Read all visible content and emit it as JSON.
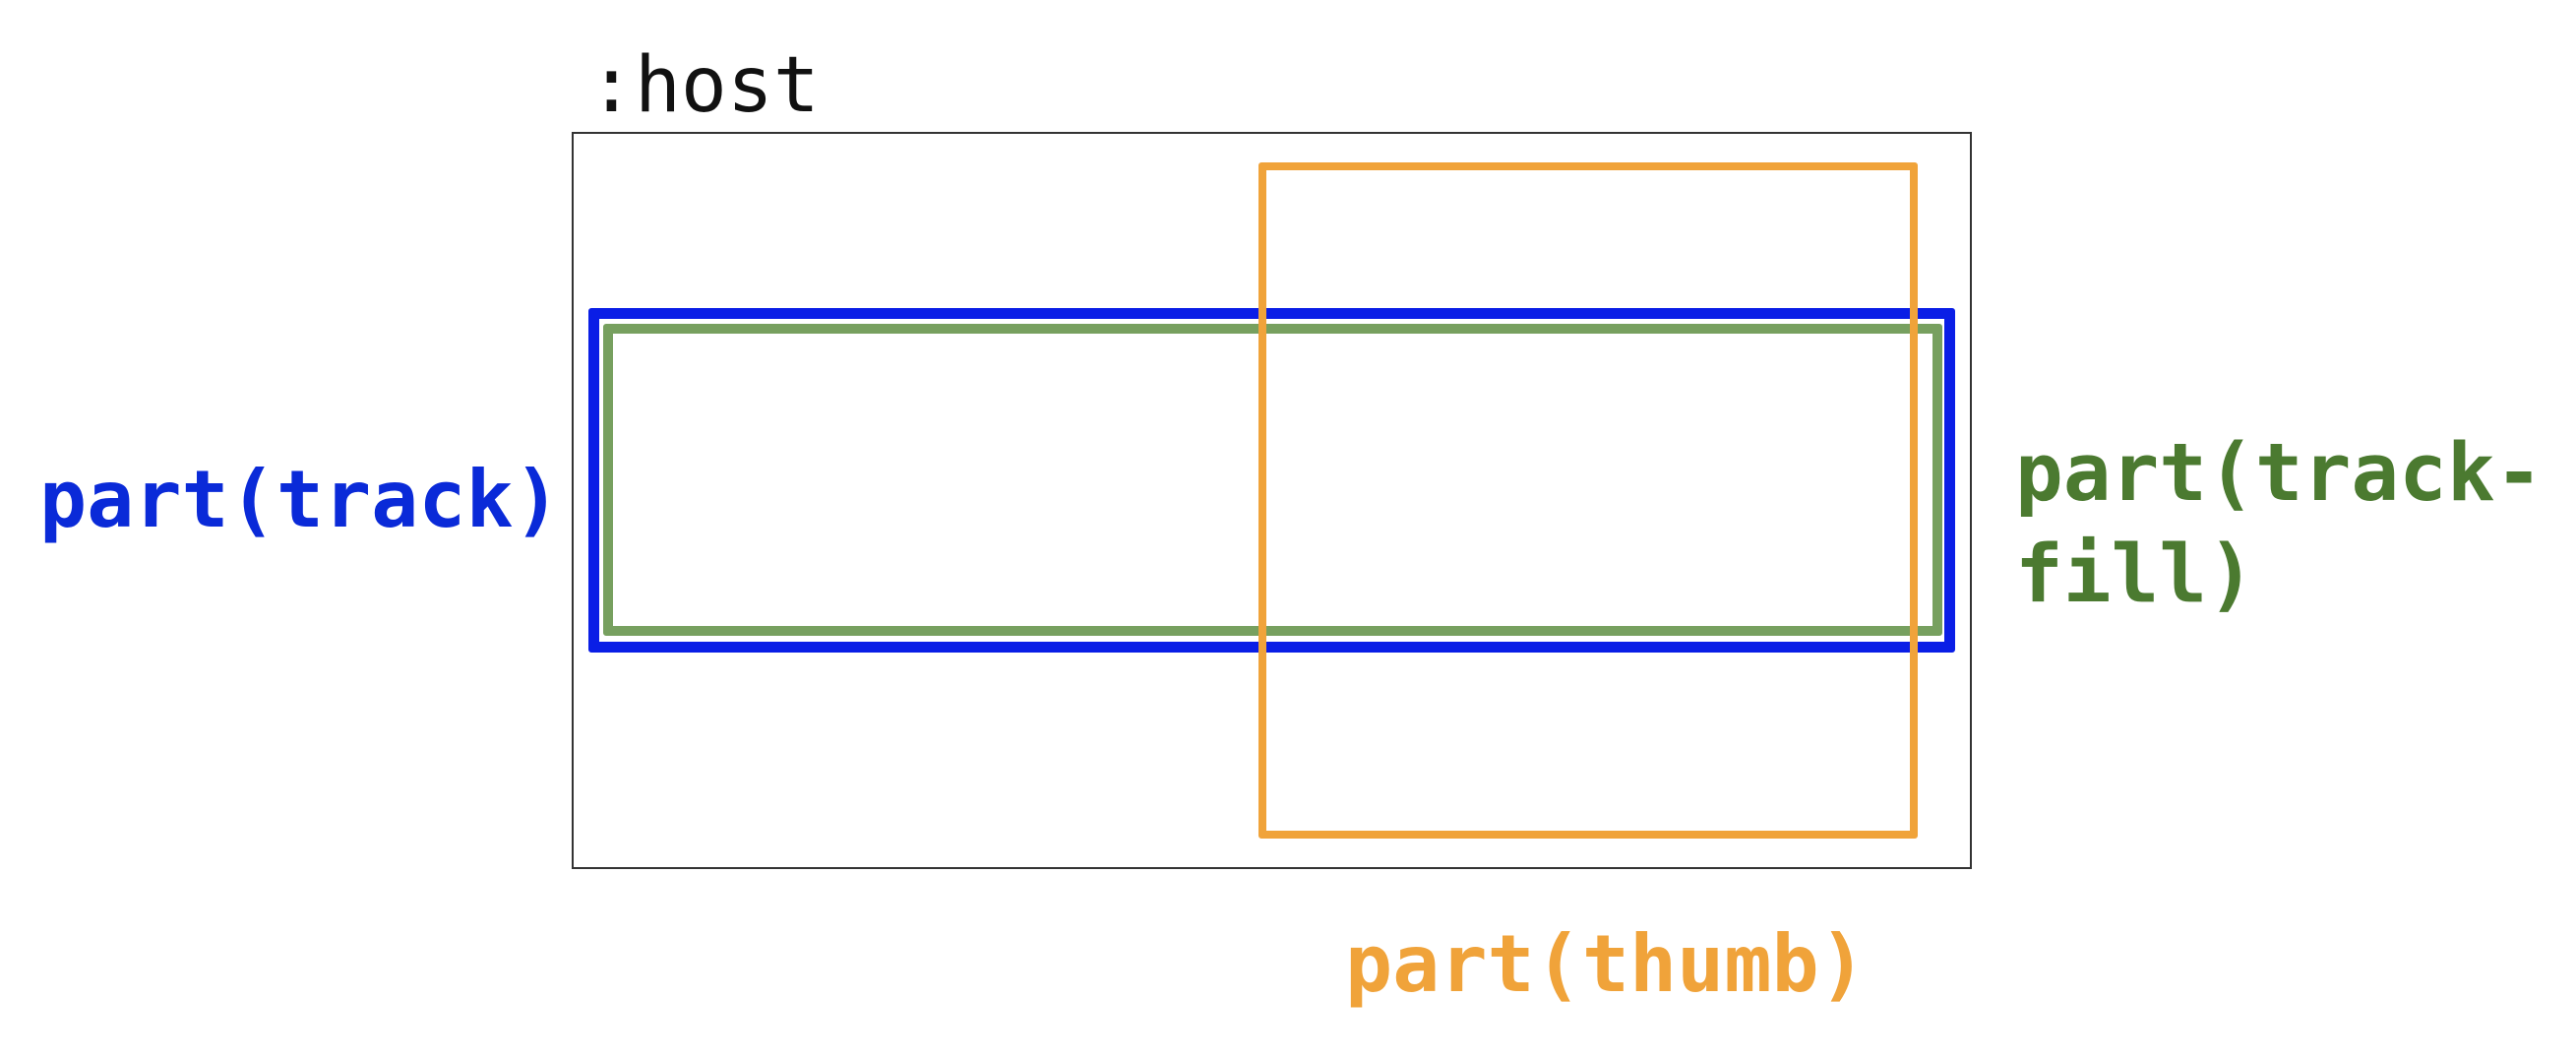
{
  "labels": {
    "host": ":host",
    "track": "part(track)",
    "track_fill_line1": "part(track-",
    "track_fill_line2": "fill)",
    "thumb": "part(thumb)"
  },
  "colors": {
    "host": "#333333",
    "track": "#0a1ee6",
    "track_fill": "#77a05f",
    "track_fill_label": "#4b7a30",
    "thumb": "#f0a33a"
  }
}
